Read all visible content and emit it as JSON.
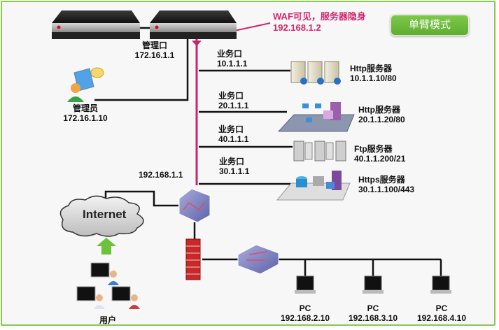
{
  "diagram": {
    "mode_badge": "单臂模式",
    "waf_note": {
      "line1": "WAF可见，服务器隐身",
      "line2": "192.168.1.2"
    },
    "mgmt_port": {
      "label": "管理口",
      "ip": "172.16.1.1"
    },
    "admin": {
      "label": "管理员",
      "ip": "172.16.1.10"
    },
    "business_ports": [
      {
        "label": "业务口",
        "ip": "10.1.1.1"
      },
      {
        "label": "业务口",
        "ip": "20.1.1.1"
      },
      {
        "label": "业务口",
        "ip": "40.1.1.1"
      },
      {
        "label": "业务口",
        "ip": "30.1.1.1"
      }
    ],
    "servers": [
      {
        "name": "Http服务器",
        "addr": "10.1.1.10/80"
      },
      {
        "name": "Http服务器",
        "addr": "20.1.1.20/80"
      },
      {
        "name": "Ftp服务器",
        "addr": "40.1.1.200/21"
      },
      {
        "name": "Https服务器",
        "addr": "30.1.1.100/443"
      }
    ],
    "gateway_ip": "192.168.1.1",
    "internet_label": "Internet",
    "users_label": "用户",
    "pcs": [
      {
        "label": "PC",
        "ip": "192.168.2.10"
      },
      {
        "label": "PC",
        "ip": "192.168.3.10"
      },
      {
        "label": "PC",
        "ip": "192.168.4.10"
      }
    ],
    "colors": {
      "frame": "#8cc653",
      "accent_pink": "#d6246e",
      "badge_green": "#6cba3a"
    }
  }
}
